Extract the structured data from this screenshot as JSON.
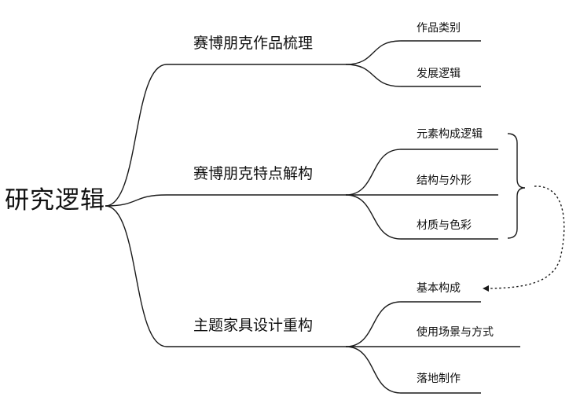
{
  "root": {
    "label": "研究逻辑"
  },
  "branches": [
    {
      "label": "赛博朋克作品梳理",
      "items": [
        "作品类别",
        "发展逻辑"
      ]
    },
    {
      "label": "赛博朋克特点解构",
      "items": [
        "元素构成逻辑",
        "结构与外形",
        "材质与色彩"
      ]
    },
    {
      "label": "主题家具设计重构",
      "items": [
        "基本构成",
        "使用场景与方式",
        "落地制作"
      ]
    }
  ],
  "colors": {
    "line": "#1a1a1a",
    "text": "#111111"
  }
}
